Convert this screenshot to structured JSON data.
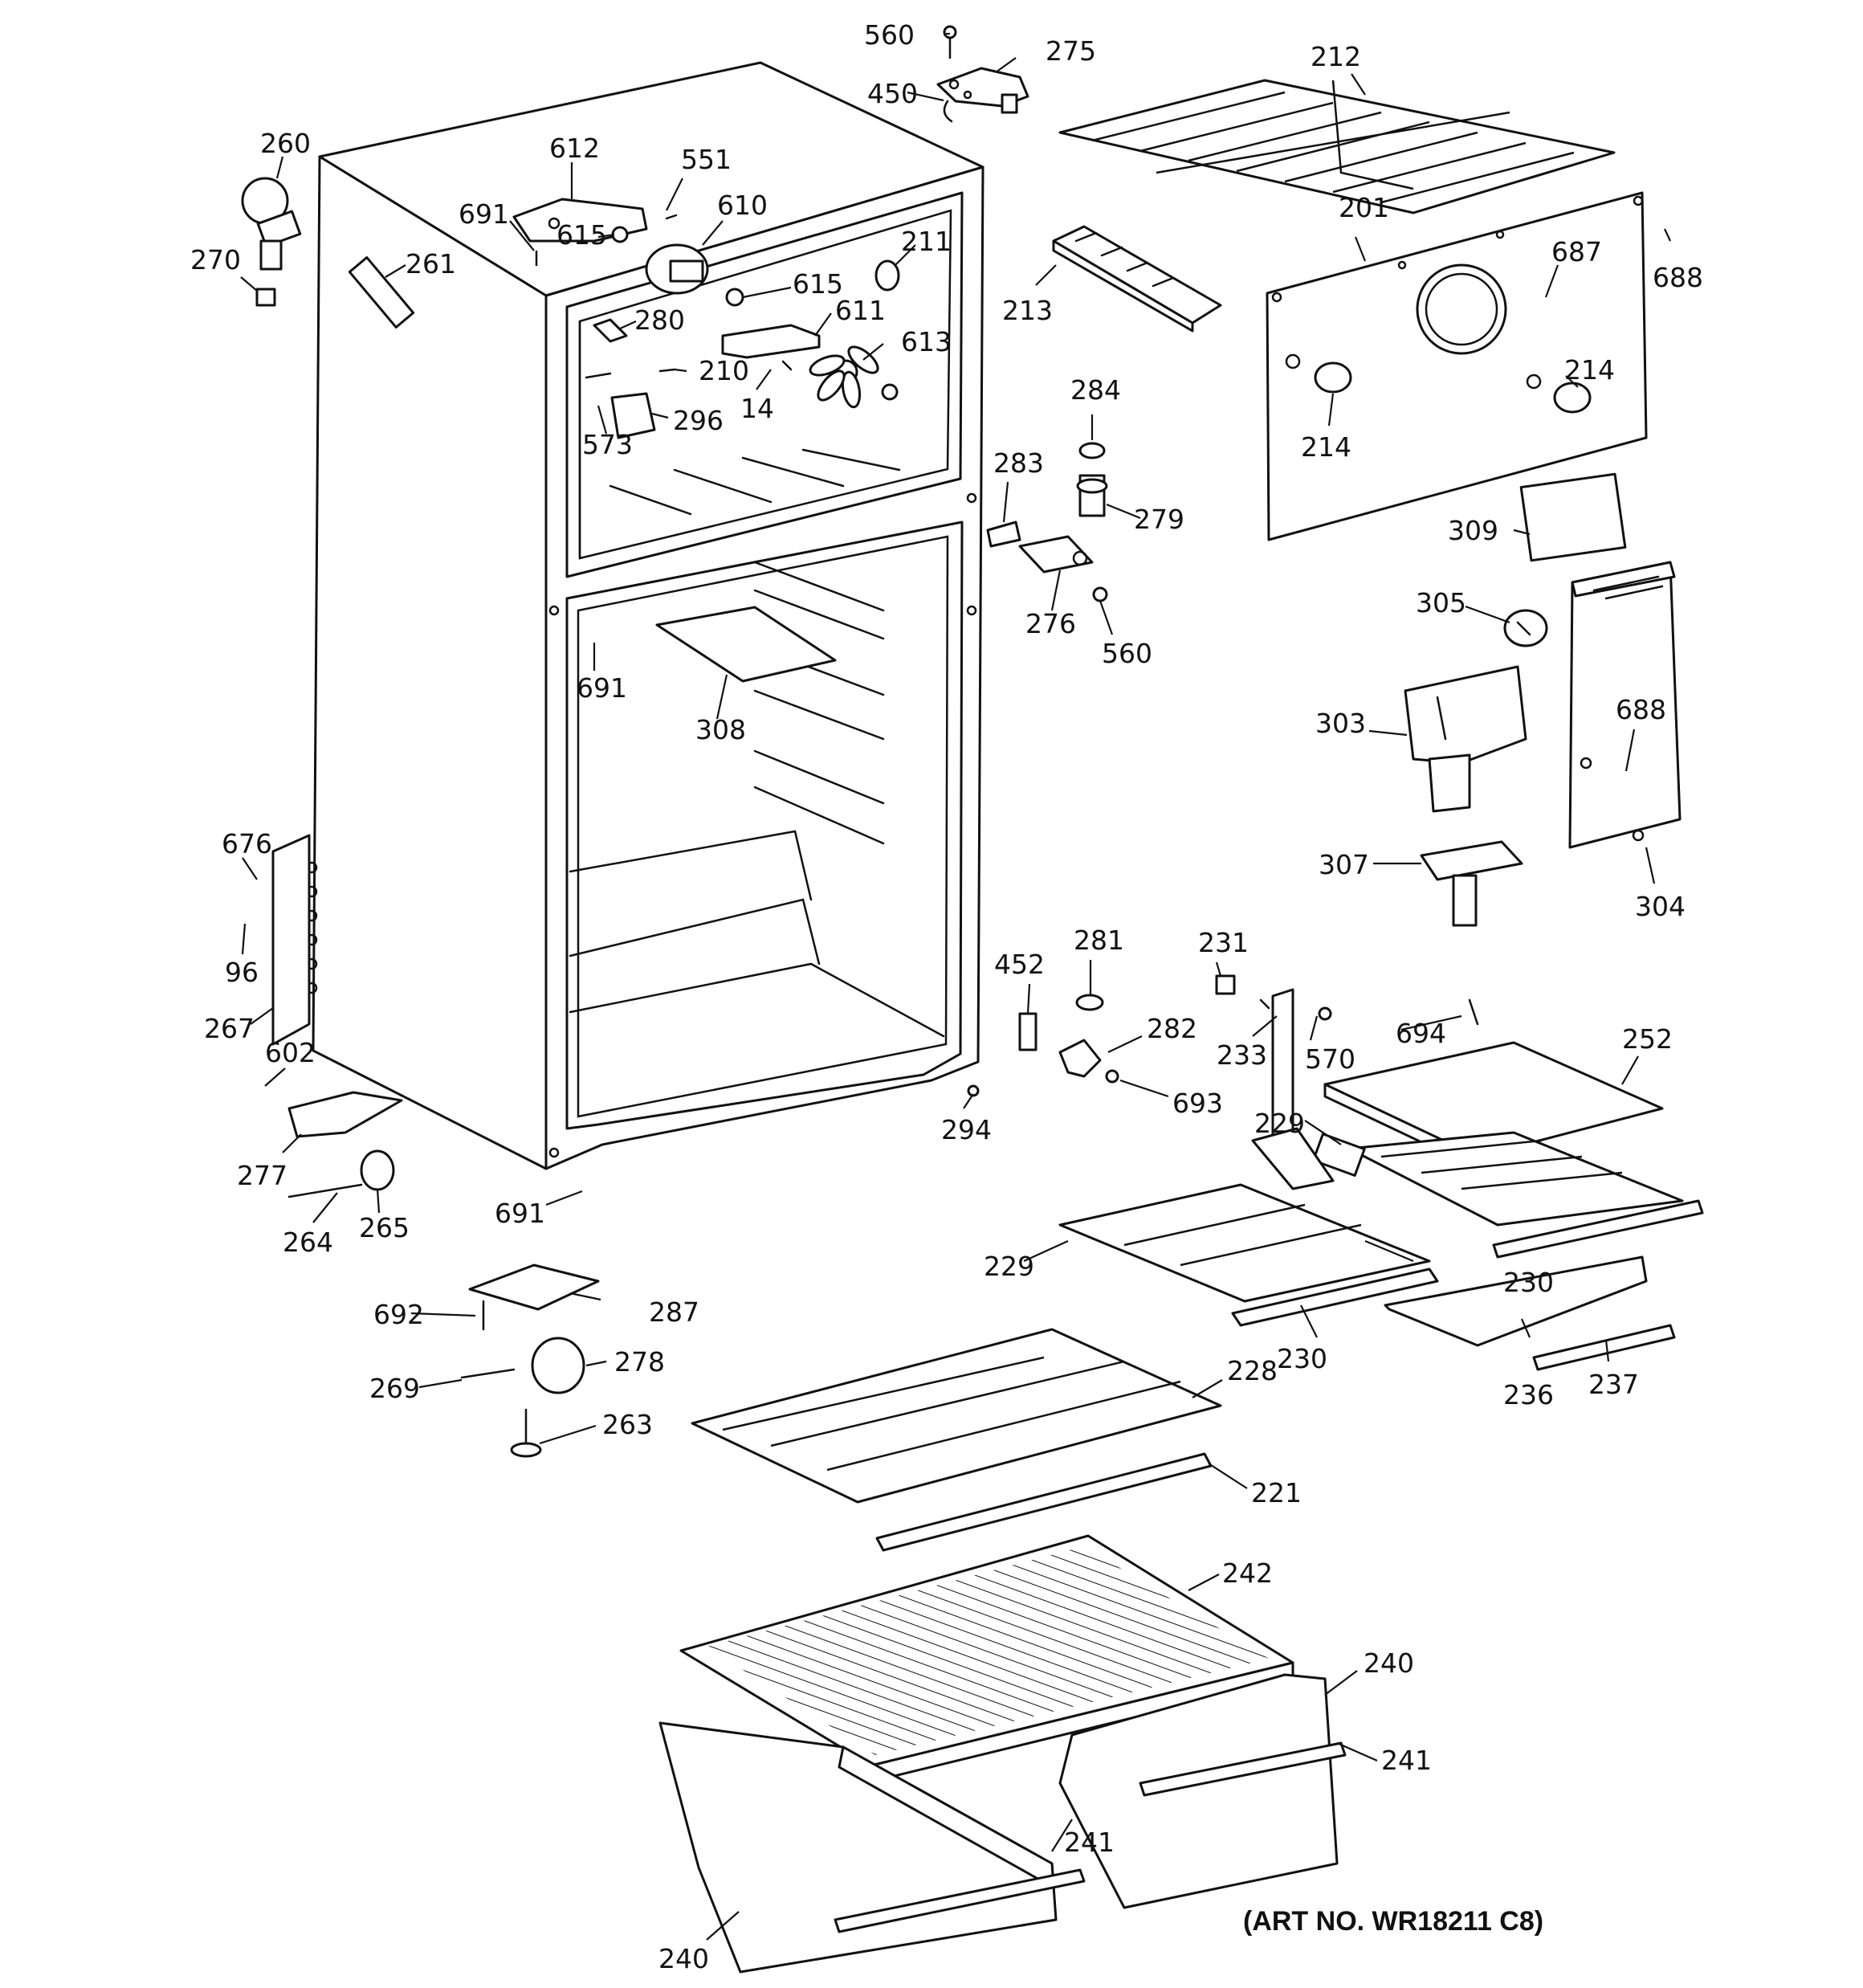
{
  "diagram": {
    "art_number": "(ART NO. WR18211 C8)",
    "callouts": [
      {
        "id": "c560a",
        "text": "560"
      },
      {
        "id": "c275",
        "text": "275"
      },
      {
        "id": "c450",
        "text": "450"
      },
      {
        "id": "c212",
        "text": "212"
      },
      {
        "id": "c260",
        "text": "260"
      },
      {
        "id": "c612",
        "text": "612"
      },
      {
        "id": "c551",
        "text": "551"
      },
      {
        "id": "c610",
        "text": "610"
      },
      {
        "id": "c691a",
        "text": "691"
      },
      {
        "id": "c615a",
        "text": "615"
      },
      {
        "id": "c270",
        "text": "270"
      },
      {
        "id": "c261",
        "text": "261"
      },
      {
        "id": "c211",
        "text": "211"
      },
      {
        "id": "c201",
        "text": "201"
      },
      {
        "id": "c687",
        "text": "687"
      },
      {
        "id": "c688a",
        "text": "688"
      },
      {
        "id": "c615b",
        "text": "615"
      },
      {
        "id": "c611",
        "text": "611"
      },
      {
        "id": "c213",
        "text": "213"
      },
      {
        "id": "c280",
        "text": "280"
      },
      {
        "id": "c613",
        "text": "613"
      },
      {
        "id": "c210",
        "text": "210"
      },
      {
        "id": "c14",
        "text": "14"
      },
      {
        "id": "c296",
        "text": "296"
      },
      {
        "id": "c573",
        "text": "573"
      },
      {
        "id": "c284",
        "text": "284"
      },
      {
        "id": "c214a",
        "text": "214"
      },
      {
        "id": "c214b",
        "text": "214"
      },
      {
        "id": "c283",
        "text": "283"
      },
      {
        "id": "c279",
        "text": "279"
      },
      {
        "id": "c309",
        "text": "309"
      },
      {
        "id": "c276",
        "text": "276"
      },
      {
        "id": "c560b",
        "text": "560"
      },
      {
        "id": "c305",
        "text": "305"
      },
      {
        "id": "c691b",
        "text": "691"
      },
      {
        "id": "c308",
        "text": "308"
      },
      {
        "id": "c303",
        "text": "303"
      },
      {
        "id": "c688b",
        "text": "688"
      },
      {
        "id": "c676",
        "text": "676"
      },
      {
        "id": "c307",
        "text": "307"
      },
      {
        "id": "c304",
        "text": "304"
      },
      {
        "id": "c96",
        "text": "96"
      },
      {
        "id": "c452",
        "text": "452"
      },
      {
        "id": "c281",
        "text": "281"
      },
      {
        "id": "c231",
        "text": "231"
      },
      {
        "id": "c267",
        "text": "267"
      },
      {
        "id": "c602",
        "text": "602"
      },
      {
        "id": "c282",
        "text": "282"
      },
      {
        "id": "c233",
        "text": "233"
      },
      {
        "id": "c570",
        "text": "570"
      },
      {
        "id": "c694",
        "text": "694"
      },
      {
        "id": "c252",
        "text": "252"
      },
      {
        "id": "c693",
        "text": "693"
      },
      {
        "id": "c294",
        "text": "294"
      },
      {
        "id": "c229a",
        "text": "229"
      },
      {
        "id": "c277",
        "text": "277"
      },
      {
        "id": "c691c",
        "text": "691"
      },
      {
        "id": "c265",
        "text": "265"
      },
      {
        "id": "c264",
        "text": "264"
      },
      {
        "id": "c229b",
        "text": "229"
      },
      {
        "id": "c230a",
        "text": "230"
      },
      {
        "id": "c287",
        "text": "287"
      },
      {
        "id": "c692",
        "text": "692"
      },
      {
        "id": "c230b",
        "text": "230"
      },
      {
        "id": "c278",
        "text": "278"
      },
      {
        "id": "c236",
        "text": "236"
      },
      {
        "id": "c237",
        "text": "237"
      },
      {
        "id": "c269",
        "text": "269"
      },
      {
        "id": "c228",
        "text": "228"
      },
      {
        "id": "c263",
        "text": "263"
      },
      {
        "id": "c221",
        "text": "221"
      },
      {
        "id": "c242",
        "text": "242"
      },
      {
        "id": "c240a",
        "text": "240"
      },
      {
        "id": "c241a",
        "text": "241"
      },
      {
        "id": "c241b",
        "text": "241"
      },
      {
        "id": "c240b",
        "text": "240"
      }
    ]
  }
}
